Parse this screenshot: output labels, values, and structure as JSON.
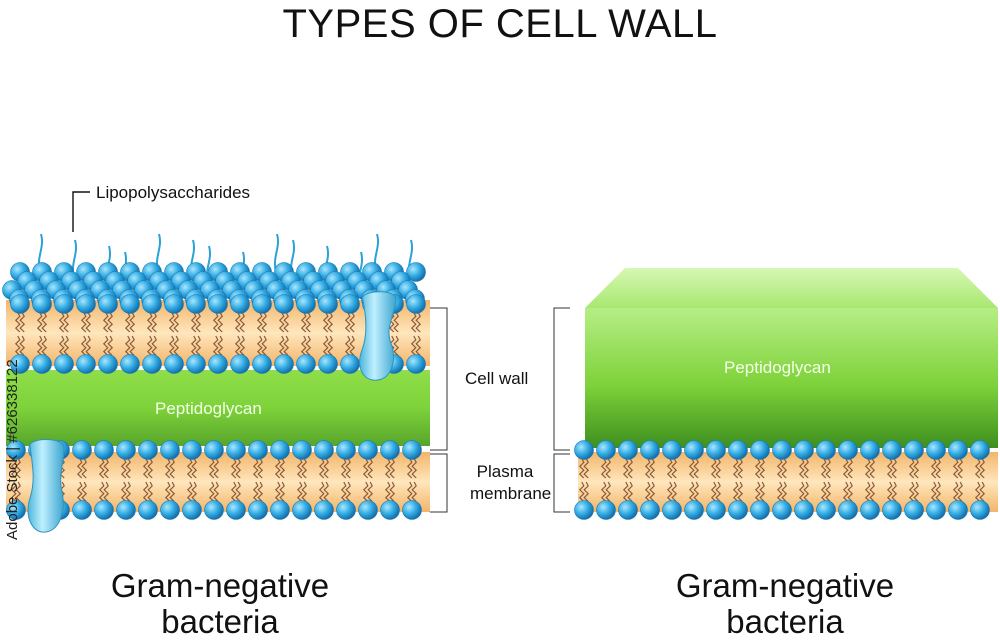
{
  "title": "TYPES OF CELL WALL",
  "labels": {
    "lipopolysaccharides": "Lipopolysaccharides",
    "cell_wall": "Cell wall",
    "plasma_membrane": "Plasma membrane",
    "peptidoglycan_left": "Peptidoglycan",
    "peptidoglycan_right": "Peptidoglycan"
  },
  "captions": {
    "left": "Gram-negative bacteria",
    "right": "Gram-negative bacteria"
  },
  "watermark": "Adobe Stock | #626338122",
  "colors": {
    "phospholipid_head": "#2fa8e0",
    "head_highlight": "#a9e6ff",
    "bilayer_core": "#f7c98a",
    "lipid_tail": "#8a5a3a",
    "peptidoglycan": "#7ed23a",
    "protein": "#7dd2ee"
  }
}
